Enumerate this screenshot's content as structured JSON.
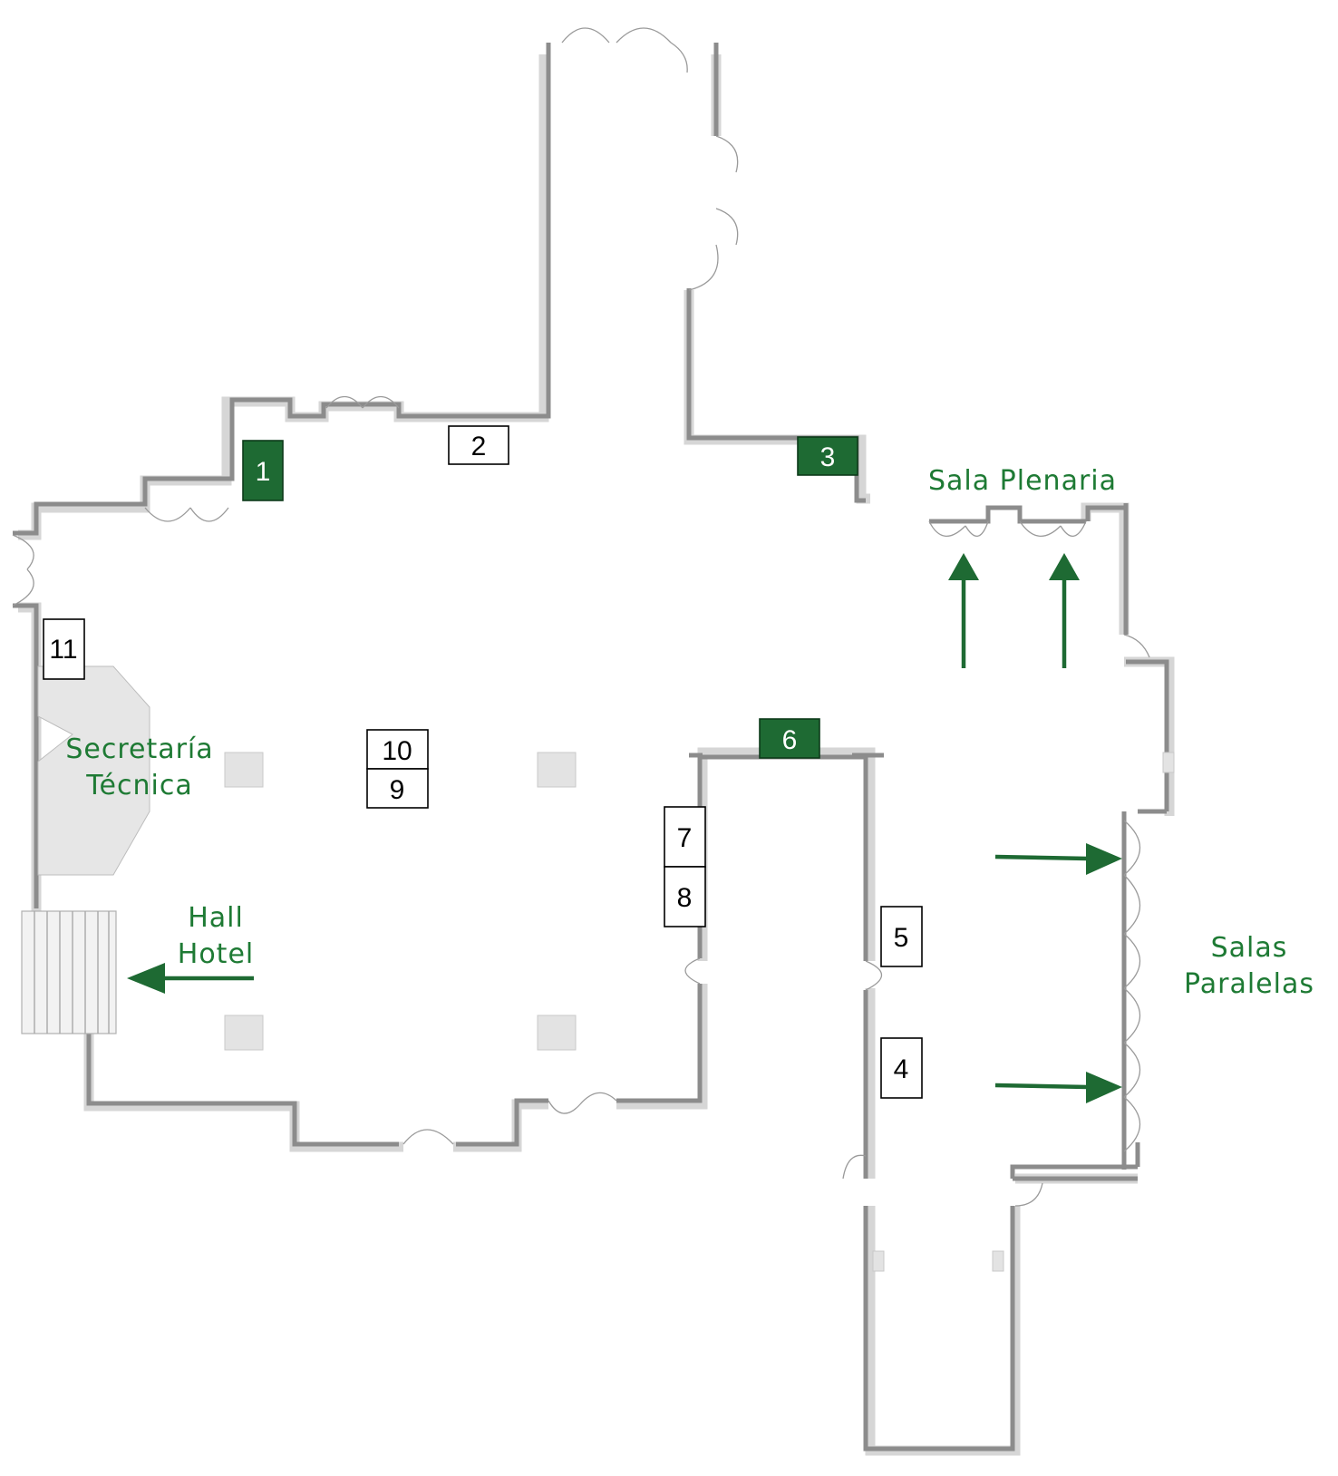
{
  "booths": [
    {
      "number": "1",
      "style": "green"
    },
    {
      "number": "2",
      "style": "white"
    },
    {
      "number": "3",
      "style": "green"
    },
    {
      "number": "4",
      "style": "white"
    },
    {
      "number": "5",
      "style": "white"
    },
    {
      "number": "6",
      "style": "green"
    },
    {
      "number": "7",
      "style": "white"
    },
    {
      "number": "8",
      "style": "white"
    },
    {
      "number": "9",
      "style": "white"
    },
    {
      "number": "10",
      "style": "white"
    },
    {
      "number": "11",
      "style": "white"
    }
  ],
  "labels": {
    "sala_plenaria": "Sala Plenaria",
    "secretaria_line1": "Secretaría",
    "secretaria_line2": "Técnica",
    "hall_line1": "Hall",
    "hall_line2": "Hotel",
    "salas_line1": "Salas",
    "salas_line2": "Paralelas"
  },
  "colors": {
    "accent_green": "#1e6a33",
    "label_green": "#1e7a34",
    "wall_gray": "#8c8c8c"
  }
}
